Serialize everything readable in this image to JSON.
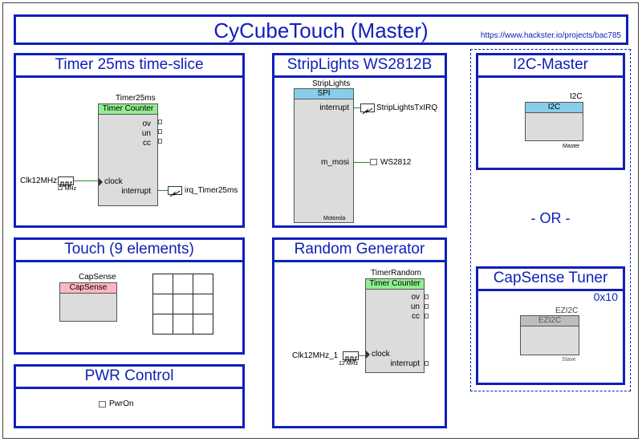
{
  "header": {
    "title": "CyCubeTouch (Master)",
    "url": "https://www.hackster.io/projects/bac785"
  },
  "timer": {
    "title": "Timer 25ms time-slice",
    "instance": "Timer25ms",
    "component": "Timer Counter",
    "pins": {
      "ov": "ov",
      "un": "un",
      "cc": "cc",
      "clock": "clock",
      "interrupt": "interrupt"
    },
    "clock_name": "Clk12MHz",
    "clock_freq": "12 MHz",
    "irq_name": "irq_Timer25ms"
  },
  "strip": {
    "title": "StripLights WS2812B",
    "instance": "StripLights",
    "component": "SPI",
    "pins": {
      "interrupt": "interrupt",
      "m_mosi": "m_mosi"
    },
    "footer": "Motorola",
    "irq_name": "StripLightsTxIRQ",
    "out_name": "WS2812"
  },
  "i2c": {
    "title": "I2C-Master",
    "instance": "I2C",
    "component": "I2C",
    "footer": "Master"
  },
  "or_text": "- OR -",
  "touch": {
    "title": "Touch (9 elements)",
    "instance": "CapSense",
    "component": "CapSense"
  },
  "random": {
    "title": "Random Generator",
    "instance": "TimerRandom",
    "component": "Timer Counter",
    "pins": {
      "ov": "ov",
      "un": "un",
      "cc": "cc",
      "clock": "clock",
      "interrupt": "interrupt"
    },
    "clock_name": "Clk12MHz_1",
    "clock_freq": "12 MHz"
  },
  "tuner": {
    "title": "CapSense Tuner",
    "address": "0x10",
    "instance": "EZI2C",
    "component": "EZI2C",
    "footer": "Slave"
  },
  "pwr": {
    "title": "PWR Control",
    "pin_name": "PwrOn"
  },
  "colors": {
    "frame_blue": "#1020b8",
    "timer_green": "#90ee90",
    "spi_blue": "#87ceeb",
    "capsense_pink": "#ffb6c1",
    "ezi2c_gray": "#bdbdbd",
    "wire_green": "#2a8a2a"
  }
}
